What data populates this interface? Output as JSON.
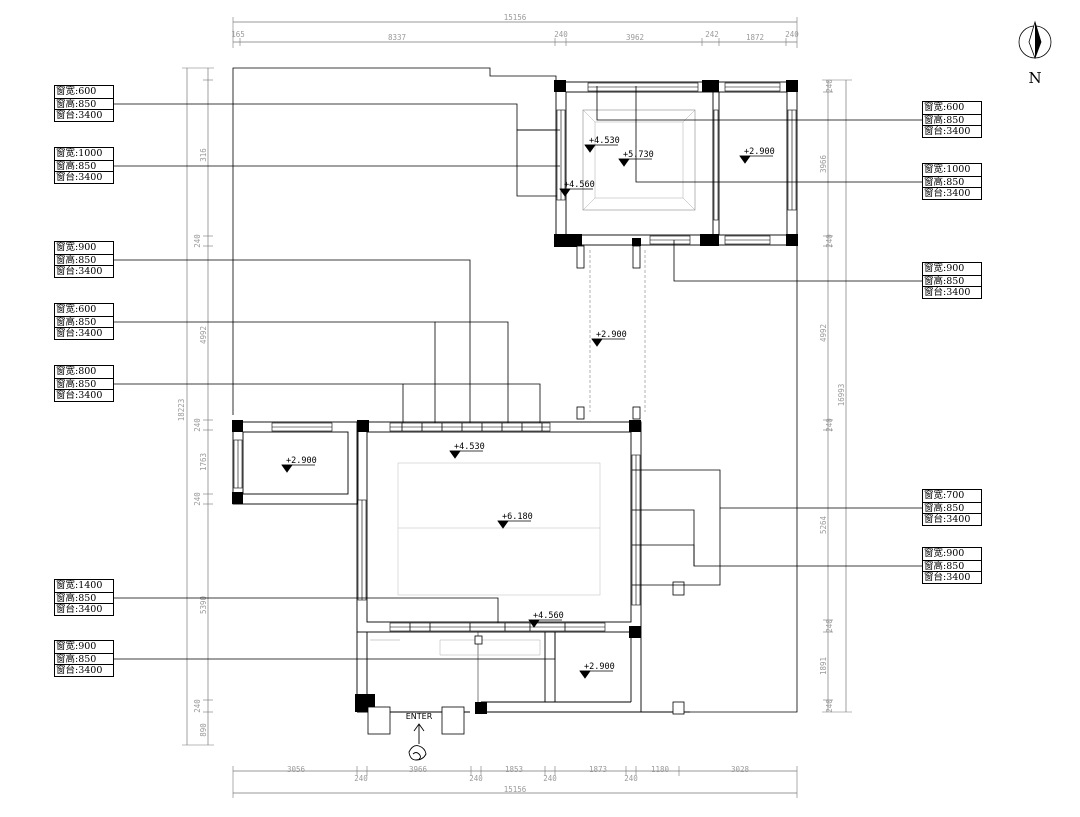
{
  "north_label": "N",
  "entrance_label": "ENTER",
  "window_tags": [
    {
      "width": "窗宽:600",
      "height": "窗高:850",
      "sill": "窗台:3400"
    },
    {
      "width": "窗宽:1000",
      "height": "窗高:850",
      "sill": "窗台:3400"
    },
    {
      "width": "窗宽:900",
      "height": "窗高:850",
      "sill": "窗台:3400"
    },
    {
      "width": "窗宽:600",
      "height": "窗高:850",
      "sill": "窗台:3400"
    },
    {
      "width": "窗宽:800",
      "height": "窗高:850",
      "sill": "窗台:3400"
    },
    {
      "width": "窗宽:1400",
      "height": "窗高:850",
      "sill": "窗台:3400"
    },
    {
      "width": "窗宽:900",
      "height": "窗高:850",
      "sill": "窗台:3400"
    },
    {
      "width": "窗宽:600",
      "height": "窗高:850",
      "sill": "窗台:3400"
    },
    {
      "width": "窗宽:1000",
      "height": "窗高:850",
      "sill": "窗台:3400"
    },
    {
      "width": "窗宽:900",
      "height": "窗高:850",
      "sill": "窗台:3400"
    },
    {
      "width": "窗宽:700",
      "height": "窗高:850",
      "sill": "窗台:3400"
    },
    {
      "width": "窗宽:900",
      "height": "窗高:850",
      "sill": "窗台:3400"
    }
  ],
  "levels": [
    "+4.530",
    "+5.730",
    "+4.560",
    "+2.900",
    "+2.900",
    "+2.900",
    "+4.530",
    "+6.180",
    "+4.560",
    "+2.900"
  ],
  "dimensions": {
    "top_total": "15156",
    "top_segments": [
      "165",
      "8337",
      "240",
      "3962",
      "242",
      "1872",
      "240"
    ],
    "bottom_segments": [
      "3056",
      "240",
      "3966",
      "240",
      "1853",
      "240",
      "1873",
      "240",
      "1180",
      "3028"
    ],
    "bottom_total": "15156",
    "left_segments": [
      "316",
      "240",
      "4992",
      "240",
      "1763",
      "240",
      "5390",
      "240",
      "890"
    ],
    "left_total": "18223",
    "right_segments": [
      "240",
      "3966",
      "240",
      "4992",
      "240",
      "5264",
      "240",
      "1891",
      "240"
    ],
    "right_total": "16993"
  }
}
